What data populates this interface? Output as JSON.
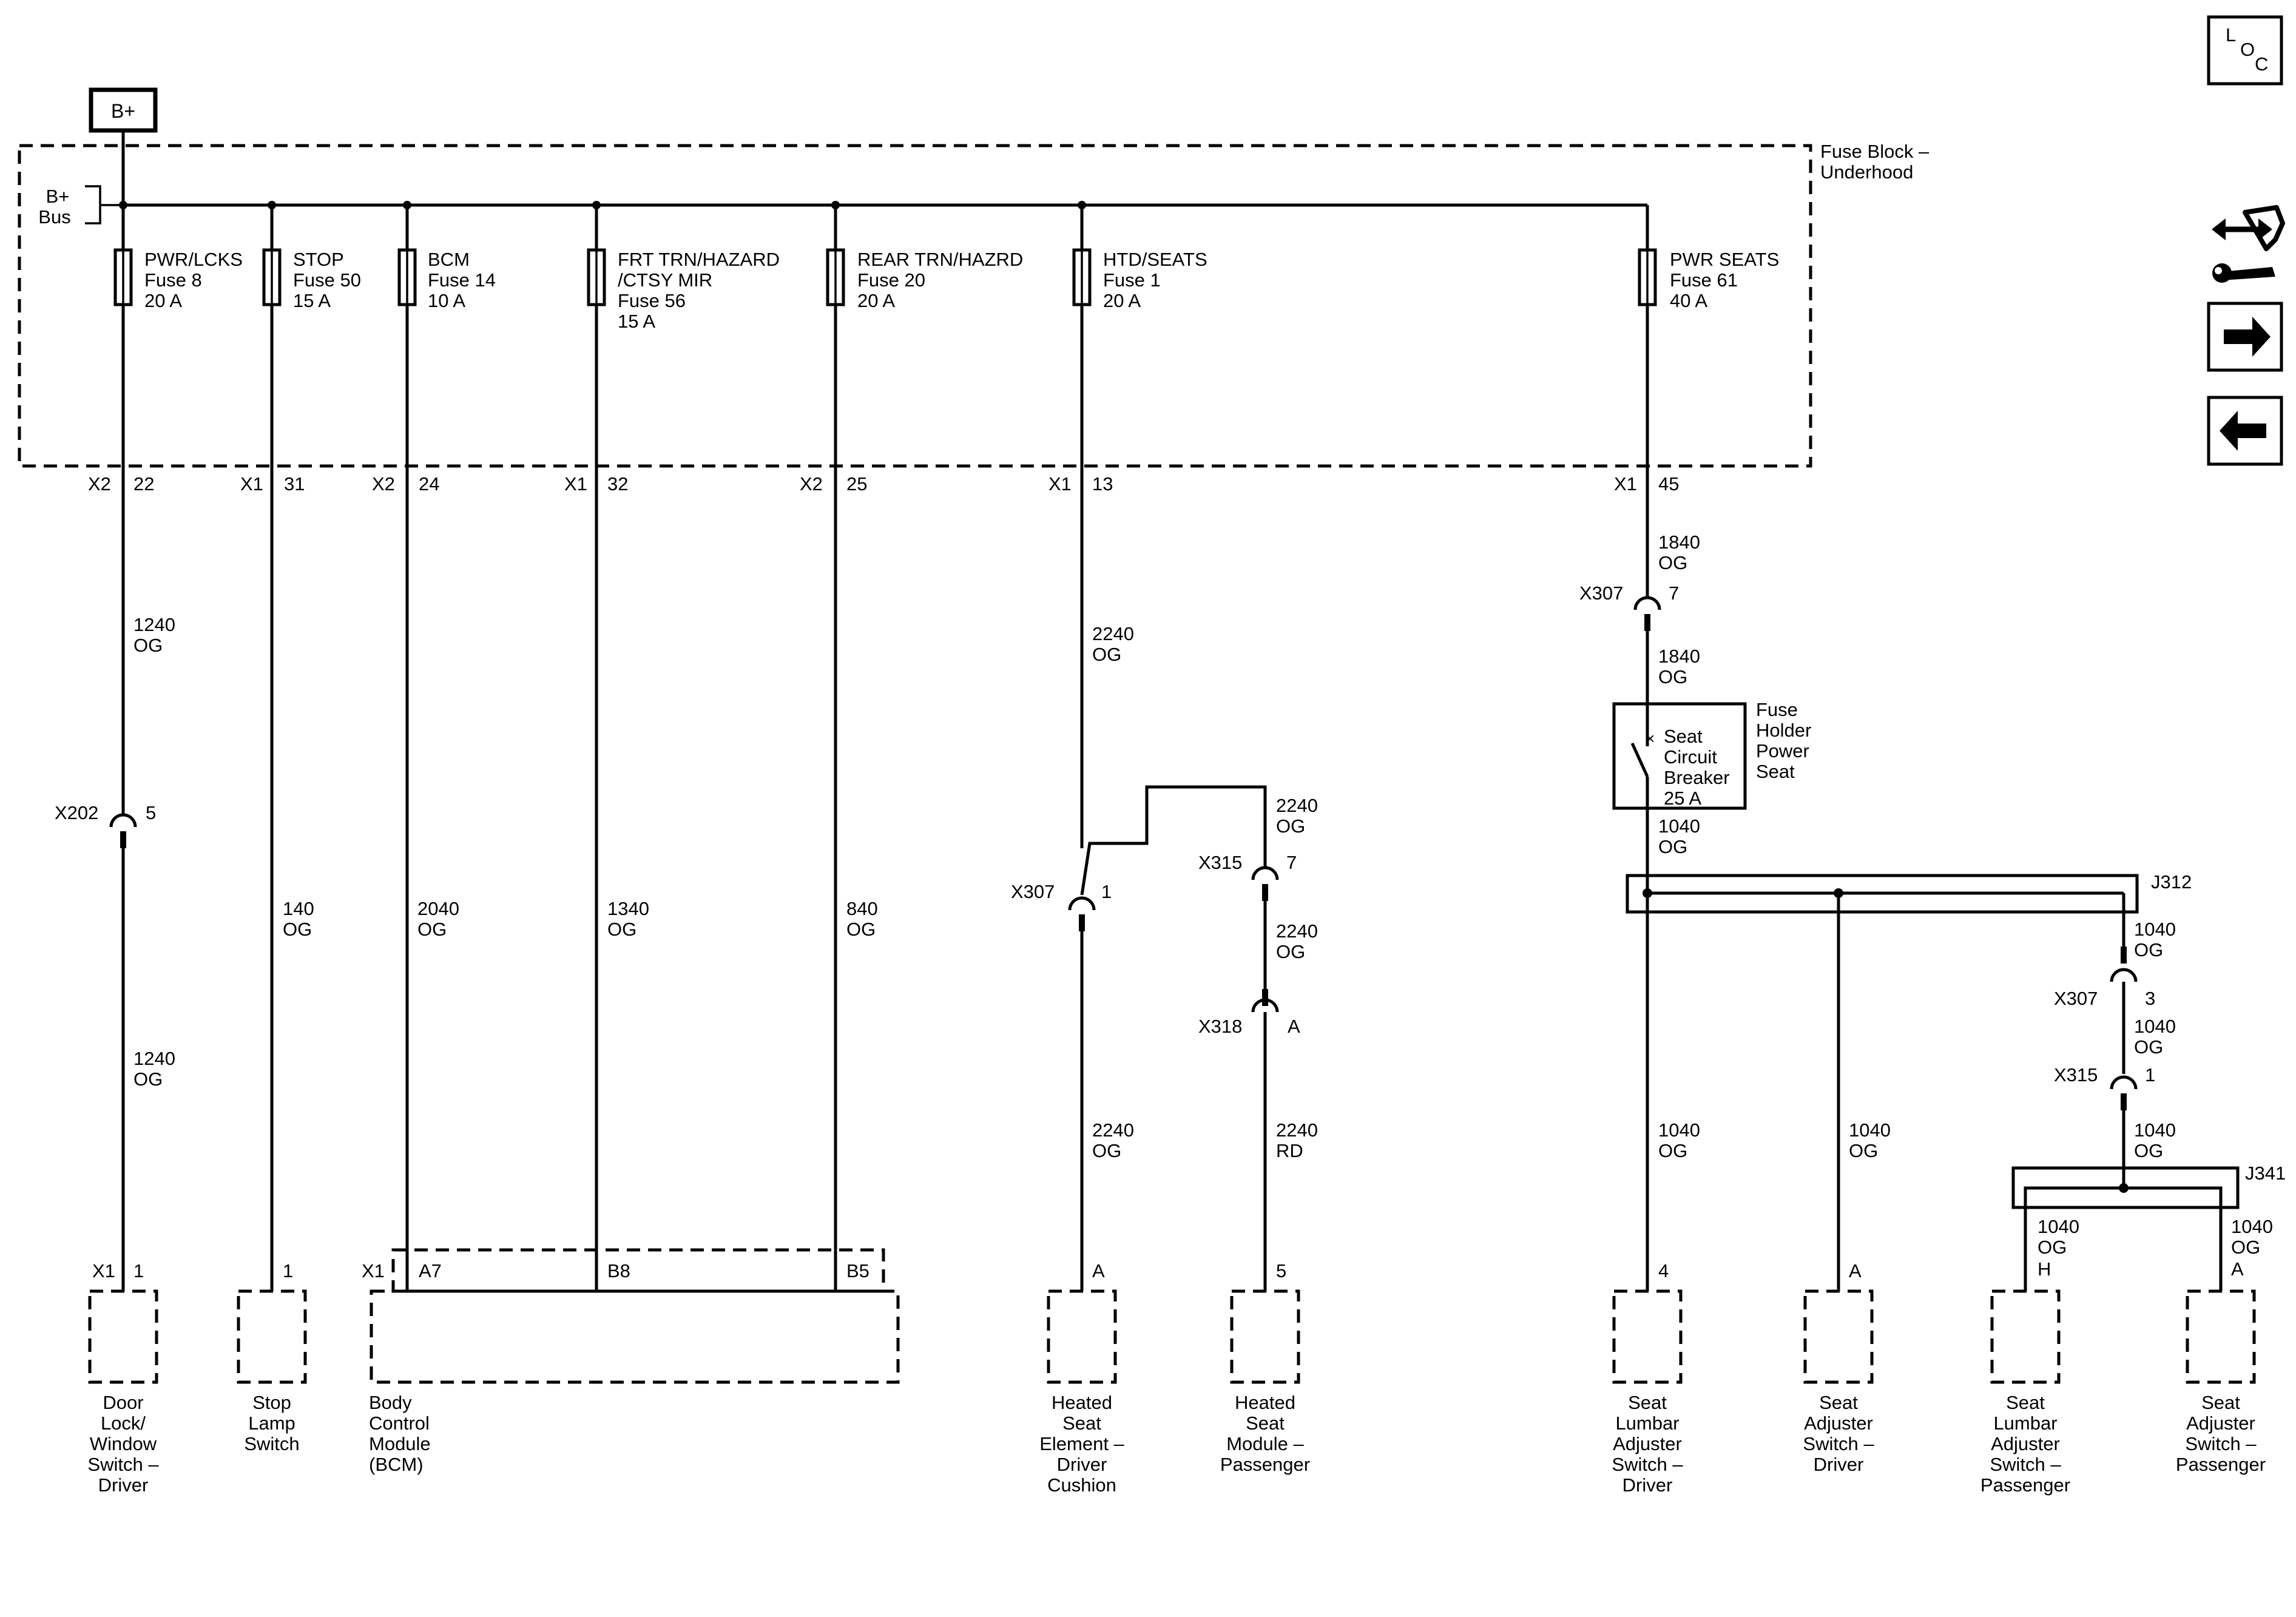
{
  "power": {
    "source": "B+",
    "bus": [
      "B+",
      "Bus"
    ]
  },
  "fuse_block": {
    "label": [
      "Fuse Block –",
      "Underhood"
    ]
  },
  "fuses": [
    {
      "lines": [
        "PWR/LCKS",
        "Fuse 8",
        "20 A"
      ],
      "conn": "X2",
      "pin": "22"
    },
    {
      "lines": [
        "STOP",
        "Fuse 50",
        "15 A"
      ],
      "conn": "X1",
      "pin": "31"
    },
    {
      "lines": [
        "BCM",
        "Fuse 14",
        "10 A"
      ],
      "conn": "X2",
      "pin": "24"
    },
    {
      "lines": [
        "FRT TRN/HAZARD",
        "/CTSY MIR",
        "Fuse 56",
        "15 A"
      ],
      "conn": "X1",
      "pin": "32"
    },
    {
      "lines": [
        "REAR TRN/HAZRD",
        "Fuse 20",
        "20 A"
      ],
      "conn": "X2",
      "pin": "25"
    },
    {
      "lines": [
        "HTD/SEATS",
        "Fuse 1",
        "20 A"
      ],
      "conn": "X1",
      "pin": "13"
    },
    {
      "lines": [
        "PWR SEATS",
        "Fuse 61",
        "40 A"
      ],
      "conn": "X1",
      "pin": "45"
    }
  ],
  "wires": [
    {
      "lines": [
        "1240",
        "OG"
      ]
    },
    {
      "lines": [
        "1240",
        "OG"
      ]
    },
    {
      "lines": [
        "140",
        "OG"
      ]
    },
    {
      "lines": [
        "2040",
        "OG"
      ]
    },
    {
      "lines": [
        "1340",
        "OG"
      ]
    },
    {
      "lines": [
        "840",
        "OG"
      ]
    },
    {
      "lines": [
        "2240",
        "OG"
      ]
    },
    {
      "lines": [
        "2240",
        "OG"
      ]
    },
    {
      "lines": [
        "2240",
        "OG"
      ]
    },
    {
      "lines": [
        "2240",
        "OG"
      ]
    },
    {
      "lines": [
        "2240",
        "RD"
      ]
    },
    {
      "lines": [
        "1840",
        "OG"
      ]
    },
    {
      "lines": [
        "1840",
        "OG"
      ]
    },
    {
      "lines": [
        "1040",
        "OG"
      ]
    },
    {
      "lines": [
        "1040",
        "OG"
      ]
    },
    {
      "lines": [
        "1040",
        "OG"
      ]
    },
    {
      "lines": [
        "1040",
        "OG"
      ]
    },
    {
      "lines": [
        "1040",
        "OG"
      ]
    },
    {
      "lines": [
        "1040",
        "OG"
      ]
    },
    {
      "lines": [
        "1040",
        "OG"
      ]
    },
    {
      "lines": [
        "1040",
        "OG"
      ]
    }
  ],
  "inline_connectors": [
    {
      "id": "X202",
      "pin": "5"
    },
    {
      "id": "X307",
      "pin": "1"
    },
    {
      "id": "X315",
      "pin": "7"
    },
    {
      "id": "X318",
      "pin": "A"
    },
    {
      "id": "X307",
      "pin": "7"
    },
    {
      "id": "X307",
      "pin": "3"
    },
    {
      "id": "X315",
      "pin": "1"
    }
  ],
  "splices": [
    "J312",
    "J341"
  ],
  "breaker": {
    "lines": [
      "Seat",
      "Circuit",
      "Breaker",
      "25 A"
    ],
    "holder": [
      "Fuse",
      "Holder",
      "Power",
      "Seat"
    ]
  },
  "components": [
    {
      "conn": "X1",
      "pin": "1",
      "lines": [
        "Door",
        "Lock/",
        "Window",
        "Switch –",
        "Driver"
      ]
    },
    {
      "conn": "",
      "pin": "1",
      "lines": [
        "Stop",
        "Lamp",
        "Switch"
      ]
    },
    {
      "conn": "X1",
      "pin": "A7",
      "lines": [
        "Body",
        "Control",
        "Module",
        "(BCM)"
      ]
    },
    {
      "conn": "",
      "pin": "A",
      "lines": [
        "Heated",
        "Seat",
        "Element –",
        "Driver",
        "Cushion"
      ]
    },
    {
      "conn": "",
      "pin": "5",
      "lines": [
        "Heated",
        "Seat",
        "Module –",
        "Passenger"
      ]
    },
    {
      "conn": "",
      "pin": "4",
      "lines": [
        "Seat",
        "Lumbar",
        "Adjuster",
        "Switch –",
        "Driver"
      ]
    },
    {
      "conn": "",
      "pin": "A",
      "lines": [
        "Seat",
        "Adjuster",
        "Switch –",
        "Driver"
      ]
    },
    {
      "conn": "",
      "pin": "H",
      "lines": [
        "Seat",
        "Lumbar",
        "Adjuster",
        "Switch –",
        "Passenger"
      ]
    },
    {
      "conn": "",
      "pin": "A",
      "lines": [
        "Seat",
        "Adjuster",
        "Switch –",
        "Passenger"
      ]
    }
  ],
  "bcm_pins": [
    "B8",
    "B5"
  ],
  "nav": {
    "loc_letters": [
      "L",
      "O",
      "C"
    ],
    "icons": [
      "connector-repair-icon",
      "arrow-right-icon",
      "arrow-left-icon"
    ]
  }
}
